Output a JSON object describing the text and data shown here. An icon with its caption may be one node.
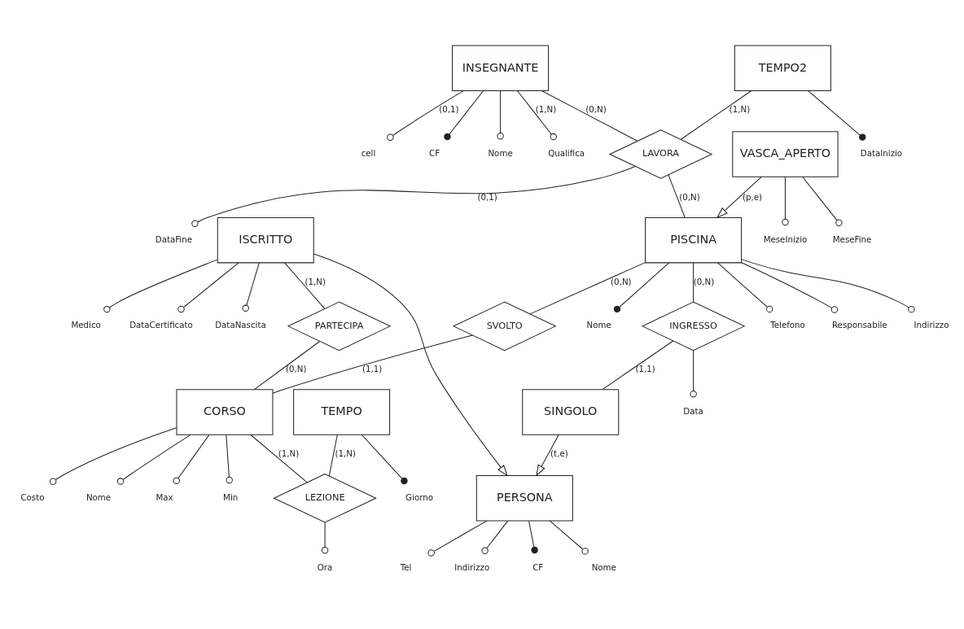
{
  "diagram": {
    "nodes": [
      {
        "text": [
          "INSEGNANTE"
        ]
      },
      {
        "text": [
          "cell"
        ]
      },
      {
        "text": [
          "CF"
        ]
      },
      {
        "text": [
          "Nome"
        ]
      },
      {
        "text": [
          "Qualifica"
        ]
      },
      {
        "text": [
          "PERSONA"
        ]
      },
      {
        "text": [
          "CF"
        ]
      },
      {
        "text": [
          "Nome"
        ]
      },
      {
        "text": [
          "Tel"
        ]
      },
      {
        "text": [
          "Indirizzo"
        ]
      },
      {
        "text": [
          "DataInizio"
        ]
      },
      {
        "text": [
          "TEMPO2"
        ]
      },
      {
        "text": [
          "DataFine"
        ]
      },
      {
        "text": [
          "LAVORA"
        ]
      },
      {
        "text": [
          "SINGOLO"
        ]
      },
      {
        "text": [
          "ISCRITTO"
        ]
      },
      {
        "text": [
          "Medico"
        ]
      },
      {
        "text": [
          "DataCertificato"
        ]
      },
      {
        "text": [
          "DataNascita"
        ]
      },
      {
        "text": [
          "Data"
        ]
      },
      {
        "text": [
          "INGRESSO"
        ]
      },
      {
        "text": [
          "PARTECIPA"
        ]
      },
      {
        "text": [
          "Responsabile"
        ]
      },
      {
        "text": [
          "Indirizzo"
        ]
      },
      {
        "text": [
          "Nome"
        ]
      },
      {
        "text": [
          "Telefono"
        ]
      },
      {
        "text": [
          "PISCINA"
        ]
      },
      {
        "text": [
          "SVOLTO"
        ]
      },
      {
        "text": [
          "Nome"
        ]
      },
      {
        "text": [
          "CORSO"
        ]
      },
      {
        "text": [
          "Max"
        ]
      },
      {
        "text": [
          "Min"
        ]
      },
      {
        "text": [
          "Costo"
        ]
      },
      {
        "text": [
          "MeseInizio"
        ]
      },
      {
        "text": [
          "MeseFine"
        ]
      },
      {
        "text": [
          "VASCA_APERTO"
        ]
      },
      {
        "text": [
          "Ora"
        ]
      },
      {
        "text": [
          "Giorno"
        ]
      },
      {
        "text": [
          "TEMPO"
        ]
      },
      {
        "text": [
          "LEZIONE"
        ]
      }
    ],
    "edges": [
      {
        "from": 0,
        "to": 1,
        "arrow": "other",
        "label": "(0,1)"
      },
      {
        "from": 0,
        "to": 2,
        "arrow": "other"
      },
      {
        "from": 0,
        "to": 3,
        "arrow": "other"
      },
      {
        "from": 0,
        "to": 4,
        "arrow": "other",
        "label": "(1,N)"
      },
      {
        "from": 5,
        "to": 6,
        "arrow": "other"
      },
      {
        "from": 5,
        "to": 7,
        "arrow": "other"
      },
      {
        "from": 5,
        "to": 8,
        "arrow": "other"
      },
      {
        "from": 5,
        "to": 9,
        "arrow": "other"
      },
      {
        "from": 11,
        "to": 10,
        "arrow": "other"
      },
      {
        "from": 13,
        "to": 12,
        "arrow": "other",
        "label": "(0,1)"
      },
      {
        "from": 0,
        "to": 13,
        "arrow": "none",
        "label": "(0,N)"
      },
      {
        "from": 11,
        "to": 13,
        "arrow": "none",
        "label": "(1,N)"
      },
      {
        "from": 13,
        "to": 26,
        "arrow": "none",
        "label": "(0,N)"
      },
      {
        "from": 14,
        "to": 5,
        "arrow": "to",
        "label": "(t,e)"
      },
      {
        "from": 15,
        "to": 5,
        "arrow": "to"
      },
      {
        "from": 15,
        "to": 16,
        "arrow": "other"
      },
      {
        "from": 15,
        "to": 17,
        "arrow": "other"
      },
      {
        "from": 15,
        "to": 18,
        "arrow": "other"
      },
      {
        "from": 20,
        "to": 19,
        "arrow": "other"
      },
      {
        "from": 20,
        "to": 14,
        "arrow": "none",
        "label": "(1,1)"
      },
      {
        "from": 26,
        "to": 20,
        "arrow": "none",
        "label": "(0,N)"
      },
      {
        "from": 15,
        "to": 21,
        "arrow": "none",
        "label": "(1,N)"
      },
      {
        "from": 21,
        "to": 29,
        "arrow": "none",
        "label": "(0,N)"
      },
      {
        "from": 26,
        "to": 22,
        "arrow": "other"
      },
      {
        "from": 26,
        "to": 23,
        "arrow": "other"
      },
      {
        "from": 26,
        "to": 24,
        "arrow": "other"
      },
      {
        "from": 26,
        "to": 25,
        "arrow": "other"
      },
      {
        "from": 26,
        "to": 27,
        "arrow": "none",
        "label": "(0,N)"
      },
      {
        "from": 27,
        "to": 29,
        "arrow": "none",
        "label": "(1,1)"
      },
      {
        "from": 29,
        "to": 28,
        "arrow": "other"
      },
      {
        "from": 29,
        "to": 30,
        "arrow": "other"
      },
      {
        "from": 29,
        "to": 31,
        "arrow": "other"
      },
      {
        "from": 29,
        "to": 32,
        "arrow": "other"
      },
      {
        "from": 35,
        "to": 26,
        "arrow": "to",
        "label": "(p,e)"
      },
      {
        "from": 35,
        "to": 33,
        "arrow": "other"
      },
      {
        "from": 35,
        "to": 34,
        "arrow": "other"
      },
      {
        "from": 39,
        "to": 36,
        "arrow": "other"
      },
      {
        "from": 38,
        "to": 37,
        "arrow": "other"
      },
      {
        "from": 38,
        "to": 39,
        "arrow": "none",
        "label": "(1,N)"
      },
      {
        "from": 29,
        "to": 39,
        "arrow": "none",
        "label": "(1,N)"
      }
    ]
  }
}
